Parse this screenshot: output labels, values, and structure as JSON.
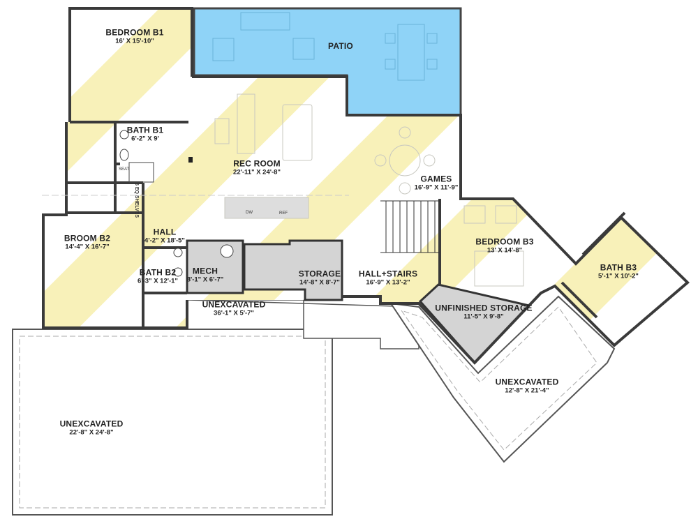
{
  "colors": {
    "patio": "#8fd3f7",
    "stripe": "#f8f1b9",
    "wall": "#3a3a3a",
    "storage": "#d4d4d4",
    "outline": "#9a9a9a"
  },
  "rooms": [
    {
      "name": "BEDROOM B1",
      "dims": "16' X 15'-10\""
    },
    {
      "name": "PATIO",
      "dims": ""
    },
    {
      "name": "BATH B1",
      "dims": "6'-2\" X 9'"
    },
    {
      "name": "REC ROOM",
      "dims": "22'-11\" X 24'-8\""
    },
    {
      "name": "GAMES",
      "dims": "16'-9\" X 11'-9\""
    },
    {
      "name": "BROOM B2",
      "dims": "14'-4\" X 16'-7\""
    },
    {
      "name": "HALL",
      "dims": "4'-2\" X 18'-5\""
    },
    {
      "name": "BATH B2",
      "dims": "6'-3\" X 12'-1\""
    },
    {
      "name": "MECH",
      "dims": "8'-1\" X 6'-7\""
    },
    {
      "name": "STORAGE",
      "dims": "14'-8\" X 8'-7\""
    },
    {
      "name": "HALL+STAIRS",
      "dims": "16'-9\" X 13'-2\""
    },
    {
      "name": "BEDROOM B3",
      "dims": "13' X 14'-8\""
    },
    {
      "name": "BATH B3",
      "dims": "5'-1\" X 10'-2\""
    },
    {
      "name": "UNFINISHED STORAGE",
      "dims": "11'-5\" X 9'-8\""
    },
    {
      "name": "UNEXCAVATED",
      "dims": "36'-1\" X 5'-7\""
    },
    {
      "name": "UNEXCAVATED",
      "dims": "12'-8\" X 21'-4\""
    },
    {
      "name": "UNEXCAVATED",
      "dims": "22'-8\" X 24'-8\""
    }
  ],
  "fixtures": {
    "shelves": "5 EQ SHELVES",
    "seat": "SEAT",
    "dw": "DW",
    "ref": "REF"
  }
}
